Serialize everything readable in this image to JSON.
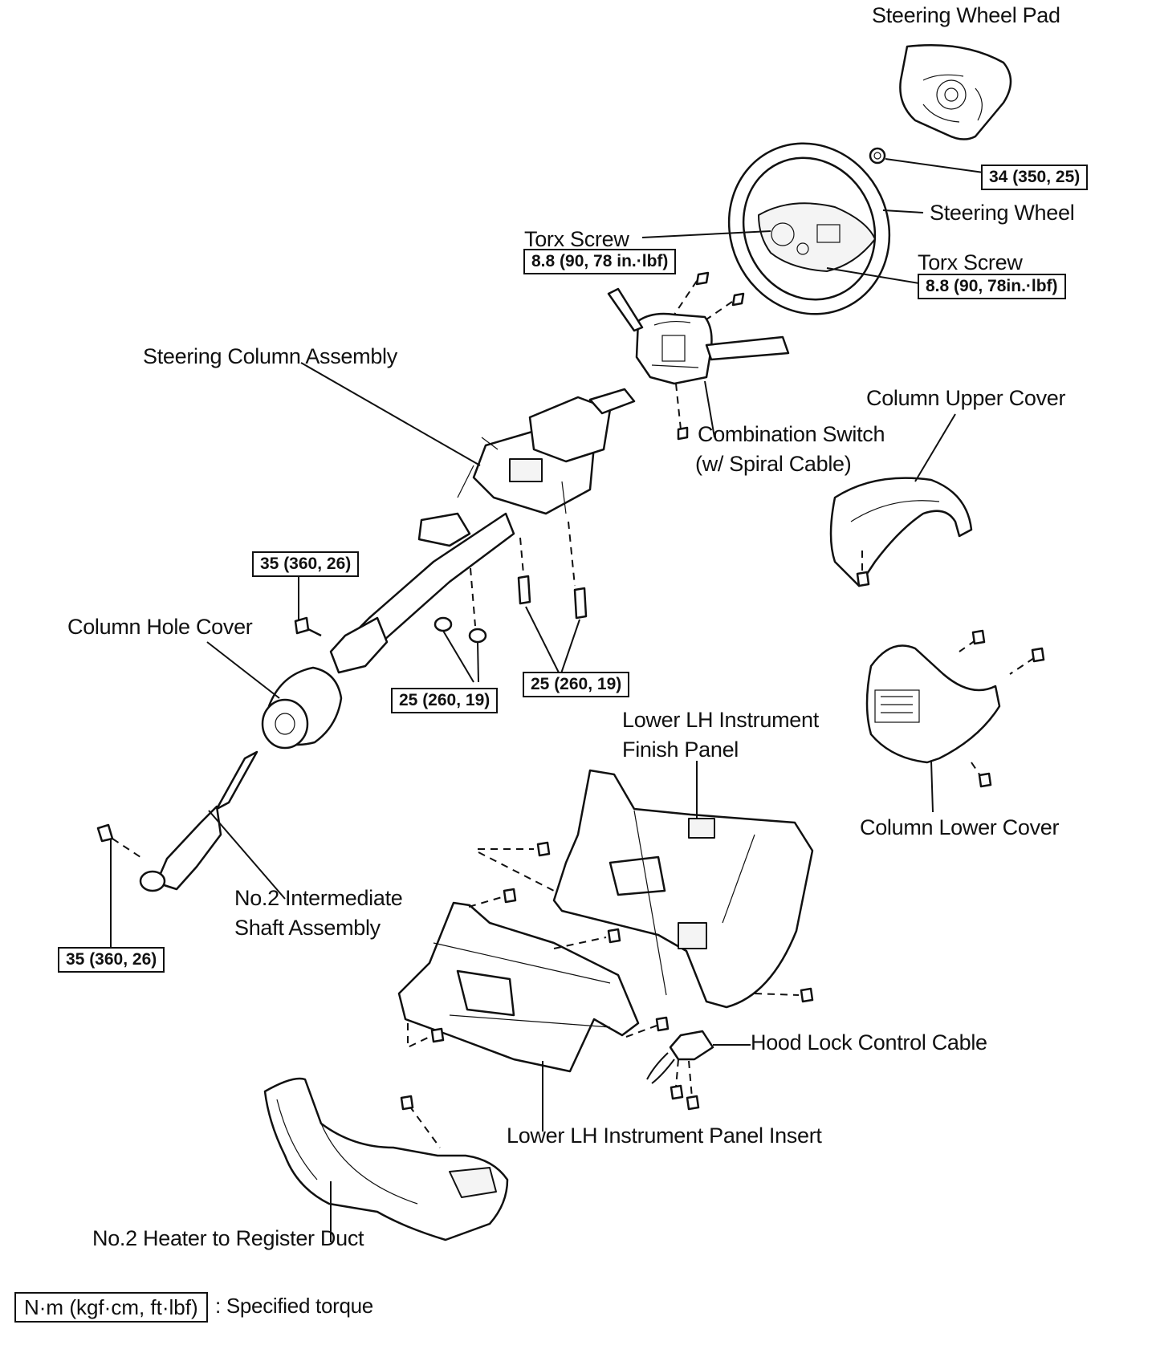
{
  "labels": {
    "steering_wheel_pad": "Steering Wheel Pad",
    "steering_wheel": "Steering Wheel",
    "torx_screw_left": "Torx Screw",
    "torx_screw_right": "Torx Screw",
    "steering_column_assembly": "Steering Column Assembly",
    "combination_switch_line1": "Combination Switch",
    "combination_switch_line2": "(w/ Spiral Cable)",
    "column_upper_cover": "Column Upper Cover",
    "column_hole_cover": "Column Hole Cover",
    "column_lower_cover": "Column Lower Cover",
    "lower_lh_finish_panel_line1": "Lower  LH  Instrument",
    "lower_lh_finish_panel_line2": "Finish Panel",
    "no2_intermediate_line1": "No.2  Intermediate",
    "no2_intermediate_line2": "Shaft Assembly",
    "hood_lock_cable": "Hood Lock Control Cable",
    "lower_lh_panel_insert": "Lower LH Instrument Panel Insert",
    "no2_heater_duct": "No.2 Heater to Register Duct"
  },
  "torques": {
    "wheel_nut": "34 (350, 25)",
    "torx_left": "8.8 (90, 78 in.·lbf)",
    "torx_right": "8.8 (90, 78in.·lbf)",
    "column_upper_bolt": "35 (360, 26)",
    "column_nuts": "25 (260, 19)",
    "column_bolts": "25 (260, 19)",
    "shaft_bolt": "35 (360, 26)"
  },
  "legend": {
    "unit_box": "N·m (kgf·cm, ft·lbf)",
    "text": ": Specified torque"
  }
}
